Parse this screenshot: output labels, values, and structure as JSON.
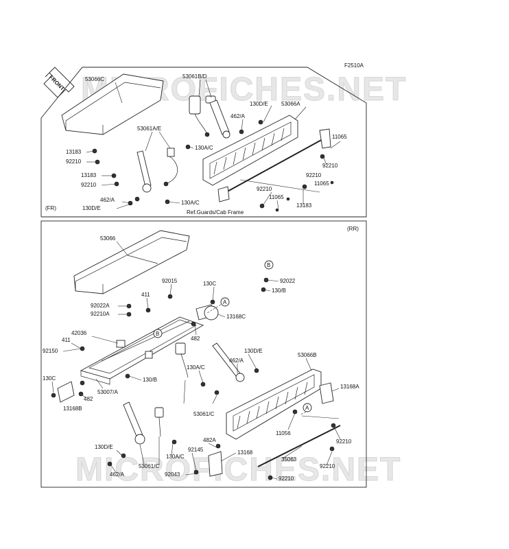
{
  "figure_code": "F2510A",
  "watermark": "MICROFICHES.NET",
  "front_tag": "FRONT",
  "panel_top": {
    "tag": "(FR)",
    "reference": "Ref.Guards/Cab Frame",
    "labels": [
      {
        "id": "t1",
        "text": "53066C"
      },
      {
        "id": "t2",
        "text": "53061B/D"
      },
      {
        "id": "t3",
        "text": "130D/E"
      },
      {
        "id": "t4",
        "text": "462/A"
      },
      {
        "id": "t5",
        "text": "53066A"
      },
      {
        "id": "t6",
        "text": "11065"
      },
      {
        "id": "t7",
        "text": "53061A/E"
      },
      {
        "id": "t8",
        "text": "13183"
      },
      {
        "id": "t9",
        "text": "92210"
      },
      {
        "id": "t10",
        "text": "130A/C"
      },
      {
        "id": "t11",
        "text": "13183"
      },
      {
        "id": "t12",
        "text": "92210"
      },
      {
        "id": "t13",
        "text": "92210"
      },
      {
        "id": "t14",
        "text": "92210"
      },
      {
        "id": "t15",
        "text": "11065"
      },
      {
        "id": "t16",
        "text": "92210"
      },
      {
        "id": "t17",
        "text": "11065"
      },
      {
        "id": "t18",
        "text": "462/A"
      },
      {
        "id": "t19",
        "text": "130A/C"
      },
      {
        "id": "t20",
        "text": "130D/E"
      },
      {
        "id": "t21",
        "text": "13183"
      }
    ]
  },
  "panel_bottom": {
    "tag": "(RR)",
    "labels": [
      {
        "id": "b1",
        "text": "53066"
      },
      {
        "id": "b2",
        "text": "92015"
      },
      {
        "id": "b3",
        "text": "130C"
      },
      {
        "id": "b4",
        "text": "92022"
      },
      {
        "id": "b5",
        "text": "130/B"
      },
      {
        "id": "b6",
        "text": "411"
      },
      {
        "id": "b7",
        "text": "92022A"
      },
      {
        "id": "b8",
        "text": "92210A"
      },
      {
        "id": "b9",
        "text": "13168C"
      },
      {
        "id": "b10",
        "text": "42036"
      },
      {
        "id": "b11",
        "text": "411"
      },
      {
        "id": "b12",
        "text": "482"
      },
      {
        "id": "b13",
        "text": "92150"
      },
      {
        "id": "b14",
        "text": "130D/E"
      },
      {
        "id": "b15",
        "text": "462/A"
      },
      {
        "id": "b16",
        "text": "130A/C"
      },
      {
        "id": "b17",
        "text": "53066B"
      },
      {
        "id": "b18",
        "text": "130C"
      },
      {
        "id": "b19",
        "text": "130/B"
      },
      {
        "id": "b20",
        "text": "53007/A"
      },
      {
        "id": "b21",
        "text": "482"
      },
      {
        "id": "b22",
        "text": "13168B"
      },
      {
        "id": "b23",
        "text": "13168A"
      },
      {
        "id": "b24",
        "text": "53061/C"
      },
      {
        "id": "b25",
        "text": "11056"
      },
      {
        "id": "b26",
        "text": "92210"
      },
      {
        "id": "b27",
        "text": "482A"
      },
      {
        "id": "b28",
        "text": "130D/E"
      },
      {
        "id": "b29",
        "text": "92145"
      },
      {
        "id": "b30",
        "text": "13168"
      },
      {
        "id": "b31",
        "text": "35063"
      },
      {
        "id": "b32",
        "text": "130A/C"
      },
      {
        "id": "b33",
        "text": "92210"
      },
      {
        "id": "b34",
        "text": "53061/C"
      },
      {
        "id": "b35",
        "text": "462/A"
      },
      {
        "id": "b36",
        "text": "92043"
      },
      {
        "id": "b37",
        "text": "92210"
      }
    ],
    "callouts": [
      {
        "id": "cA1",
        "text": "A"
      },
      {
        "id": "cB1",
        "text": "B"
      },
      {
        "id": "cB2",
        "text": "B"
      },
      {
        "id": "cA2",
        "text": "A"
      }
    ]
  }
}
